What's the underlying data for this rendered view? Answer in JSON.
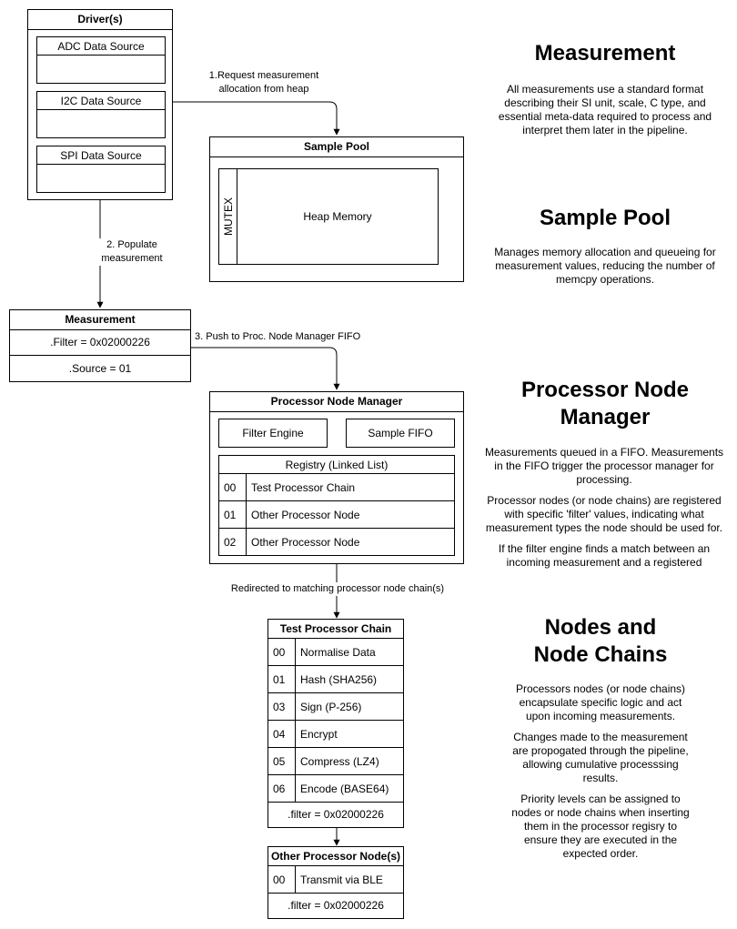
{
  "drivers": {
    "title": "Driver(s)",
    "sources": [
      "ADC Data Source",
      "I2C Data Source",
      "SPI Data Source"
    ]
  },
  "sample_pool": {
    "title": "Sample Pool",
    "mutex": "MUTEX",
    "heap": "Heap Memory"
  },
  "measurement": {
    "title": "Measurement",
    "filter": ".Filter = 0x02000226",
    "source": ".Source = 01"
  },
  "pnm": {
    "title": "Processor Node Manager",
    "filter_engine": "Filter Engine",
    "sample_fifo": "Sample FIFO",
    "registry_title": "Registry (Linked List)",
    "registry": [
      {
        "num": "00",
        "label": "Test Processor Chain"
      },
      {
        "num": "01",
        "label": "Other Processor Node"
      },
      {
        "num": "02",
        "label": "Other Processor Node"
      }
    ]
  },
  "test_chain": {
    "title": "Test Processor Chain",
    "rows": [
      {
        "num": "00",
        "label": "Normalise Data"
      },
      {
        "num": "01",
        "label": "Hash (SHA256)"
      },
      {
        "num": "03",
        "label": "Sign (P-256)"
      },
      {
        "num": "04",
        "label": "Encrypt"
      },
      {
        "num": "05",
        "label": "Compress (LZ4)"
      },
      {
        "num": "06",
        "label": "Encode (BASE64)"
      }
    ],
    "filter": ".filter = 0x02000226"
  },
  "other_node": {
    "title": "Other Processor Node(s)",
    "rows": [
      {
        "num": "00",
        "label": "Transmit via BLE"
      }
    ],
    "filter": ".filter = 0x02000226"
  },
  "arrows": {
    "step1_line1": "1.Request measurement",
    "step1_line2": "allocation from heap",
    "step2_line1": "2. Populate",
    "step2_line2": "measurement",
    "step3": "3. Push to Proc. Node Manager FIFO",
    "redirect": "Redirected to matching processor node chain(s)"
  },
  "sidebar": {
    "measurement_heading": "Measurement",
    "measurement_desc": "All measurements use a standard format describing their SI unit, scale, C type, and essential meta-data required to process and interpret them later in the pipeline.",
    "pool_heading": "Sample Pool",
    "pool_desc": "Manages memory allocation and queueing for measurement values, reducing the number of memcpy operations.",
    "pnm_heading_line1": "Processor Node",
    "pnm_heading_line2": "Manager",
    "pnm_desc_1": "Measurements queued in a FIFO. Measurements in the FIFO trigger the processor manager for processing.",
    "pnm_desc_2": "Processor nodes (or node chains) are registered with specific 'filter' values, indicating what measurement types the node should be used for.",
    "pnm_desc_3": "If the filter engine finds a match between an incoming measurement and a registered",
    "nodes_heading_line1": "Nodes and",
    "nodes_heading_line2": "Node Chains",
    "nodes_desc_1": "Processors nodes (or node chains) encapsulate specific logic and act upon incoming measurements.",
    "nodes_desc_2": "Changes made to the measurement are propogated through the pipeline, allowing cumulative processsing results.",
    "nodes_desc_3": "Priority levels can be assigned to nodes or node chains when inserting them in the processor regisry to ensure they are executed in the expected order."
  }
}
